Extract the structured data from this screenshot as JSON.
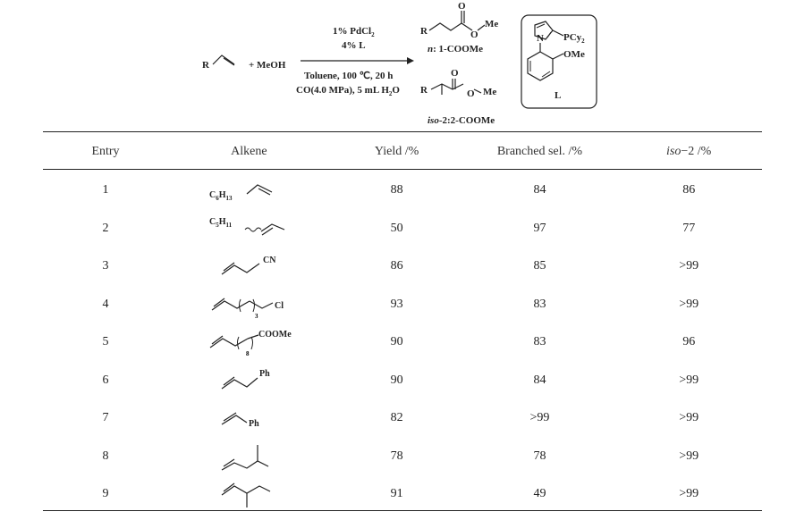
{
  "scheme": {
    "substrate_R": "R",
    "plus_meoh": "+ MeOH",
    "cond_top_1": "1% PdCl",
    "cond_top_1_sub": "2",
    "cond_top_2": "4% L",
    "cond_bot_1": "Toluene, 100 ℃, 20 h",
    "cond_bot_2": "CO(4.0 MPa), 5 mL H",
    "cond_bot_2_sub": "2",
    "cond_bot_2_end": "O",
    "product_n_R": "R",
    "product_n_O": "O",
    "product_n_O2": "O",
    "product_n_Me": "Me",
    "product_n_label_it": "n",
    "product_n_label": ": 1-COOMe",
    "product_iso_R": "R",
    "product_iso_O": "O",
    "product_iso_O2": "O",
    "product_iso_Me": "Me",
    "product_iso_label_it": "iso",
    "product_iso_label": "-2:2-COOMe",
    "ligand_N": "N",
    "ligand_PCy": "PCy",
    "ligand_PCy_sub": "2",
    "ligand_OMe": "OMe",
    "ligand_L": "L"
  },
  "table": {
    "headers": {
      "entry": "Entry",
      "alkene": "Alkene",
      "yield": "Yield /%",
      "branched": "Branched sel. /%",
      "iso_it": "iso",
      "iso_rest": "−2 /%"
    },
    "rows": [
      {
        "entry": "1",
        "yield": "88",
        "branched": "84",
        "iso": "86",
        "label": "C",
        "sub1": "6",
        "mid": "H",
        "sub2": "13"
      },
      {
        "entry": "2",
        "yield": "50",
        "branched": "97",
        "iso": "77",
        "label": "C",
        "sub1": "5",
        "mid": "H",
        "sub2": "11"
      },
      {
        "entry": "3",
        "yield": "86",
        "branched": "85",
        "iso": ">99",
        "label": "CN"
      },
      {
        "entry": "4",
        "yield": "93",
        "branched": "83",
        "iso": ">99",
        "label": "Cl",
        "n": "3"
      },
      {
        "entry": "5",
        "yield": "90",
        "branched": "83",
        "iso": "96",
        "label": "COOMe",
        "n": "8"
      },
      {
        "entry": "6",
        "yield": "90",
        "branched": "84",
        "iso": ">99",
        "label": "Ph"
      },
      {
        "entry": "7",
        "yield": "82",
        "branched": ">99",
        "iso": ">99",
        "label": "Ph"
      },
      {
        "entry": "8",
        "yield": "78",
        "branched": "78",
        "iso": ">99"
      },
      {
        "entry": "9",
        "yield": "91",
        "branched": "49",
        "iso": ">99"
      }
    ]
  }
}
